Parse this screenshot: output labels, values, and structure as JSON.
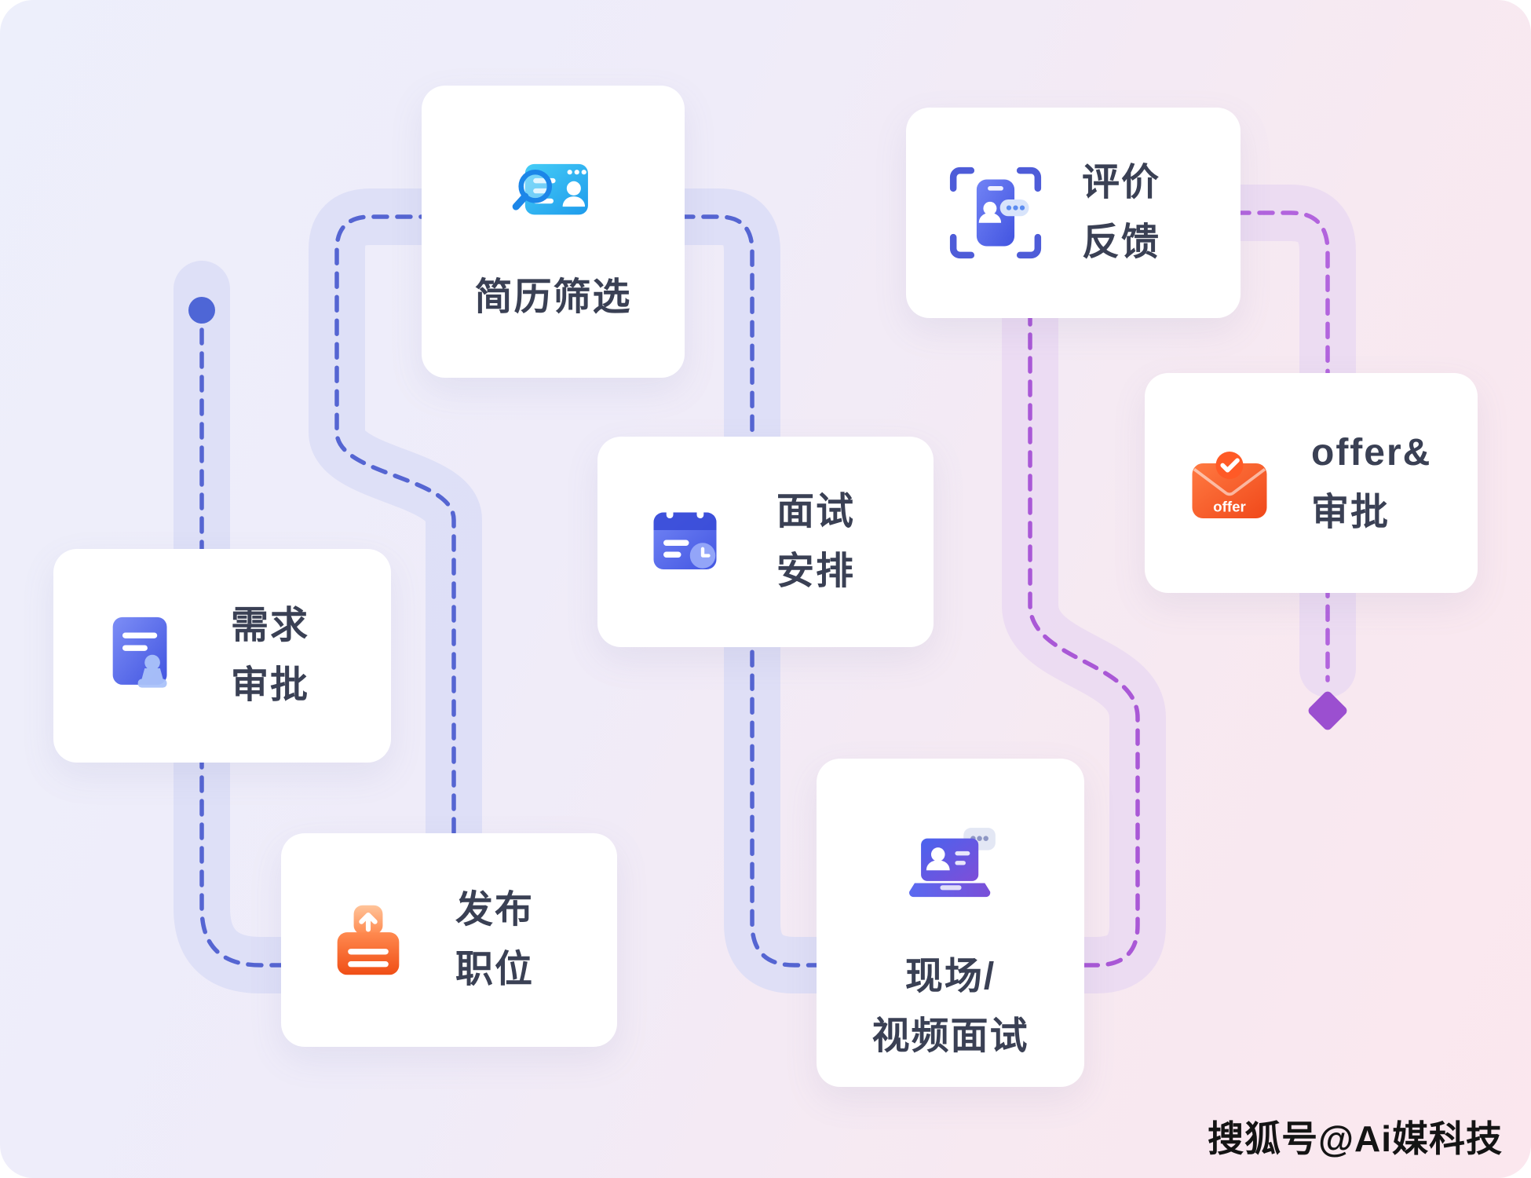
{
  "page": {
    "watermark": "搜狐号@Ai媒科技"
  },
  "colors": {
    "background_start": "#edeffb",
    "background_end": "#fbe7ee",
    "path_blue": "#5565d2",
    "path_purple": "#a958d6",
    "band_blue": "#dadcf6",
    "band_purple": "#ead9f2",
    "start_dot": "#4e66d6",
    "end_diamond": "#9b4fd0",
    "card_background": "#ffffff",
    "label_text": "#3a4054",
    "accent_orange": "#f0481a",
    "accent_cyan": "#2aaef0",
    "accent_indigo": "#4456dd"
  },
  "cards": [
    {
      "id": "requirement-approval",
      "icon": "document-stamp-icon",
      "lines": [
        "需求",
        "审批"
      ]
    },
    {
      "id": "resume-screening",
      "icon": "magnifier-resume-icon",
      "lines": [
        "简历筛选"
      ]
    },
    {
      "id": "publish-position",
      "icon": "upload-post-icon",
      "lines": [
        "发布",
        "职位"
      ]
    },
    {
      "id": "interview-schedule",
      "icon": "calendar-clock-icon",
      "lines": [
        "面试",
        "安排"
      ]
    },
    {
      "id": "onsite-video-interview",
      "icon": "laptop-chat-icon",
      "lines": [
        "现场/",
        "视频面试"
      ]
    },
    {
      "id": "evaluation-feedback",
      "icon": "phone-scan-icon",
      "lines": [
        "评价",
        "反馈"
      ]
    },
    {
      "id": "offer-approval",
      "icon": "offer-envelope-icon",
      "lines": [
        "offer&",
        "审批"
      ],
      "icon_text": "offer"
    }
  ]
}
